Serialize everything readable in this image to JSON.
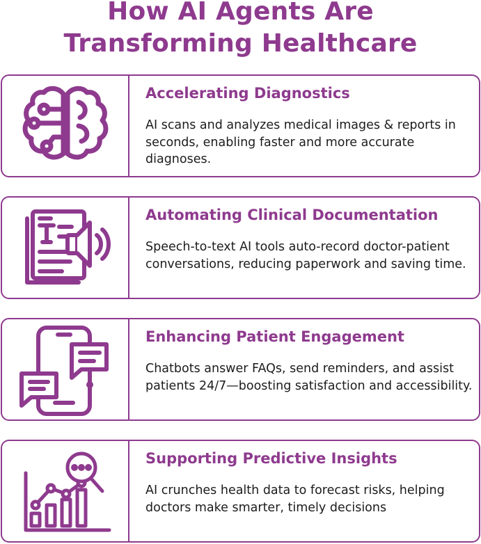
{
  "title_line1": "How AI Agents Are",
  "title_line2": "Transforming Healthcare",
  "accent_color": "#8e3a8e",
  "cards": [
    {
      "icon": "brain-circuit-icon",
      "heading": "Accelerating Diagnostics",
      "description": "AI scans and analyzes medical images & reports in seconds, enabling faster and more accurate diagnoses."
    },
    {
      "icon": "document-speaker-icon",
      "heading": "Automating Clinical Documentation",
      "description": "Speech-to-text AI tools auto-record doctor-patient conversations, reducing paperwork and saving time."
    },
    {
      "icon": "phone-chat-icon",
      "heading": "Enhancing Patient Engagement",
      "description": "Chatbots answer FAQs, send reminders, and assist patients 24/7—boosting satisfaction and accessibility."
    },
    {
      "icon": "chart-magnifier-icon",
      "heading": "Supporting Predictive Insights",
      "description": "AI crunches health data to forecast risks, helping doctors make smarter, timely decisions"
    }
  ]
}
